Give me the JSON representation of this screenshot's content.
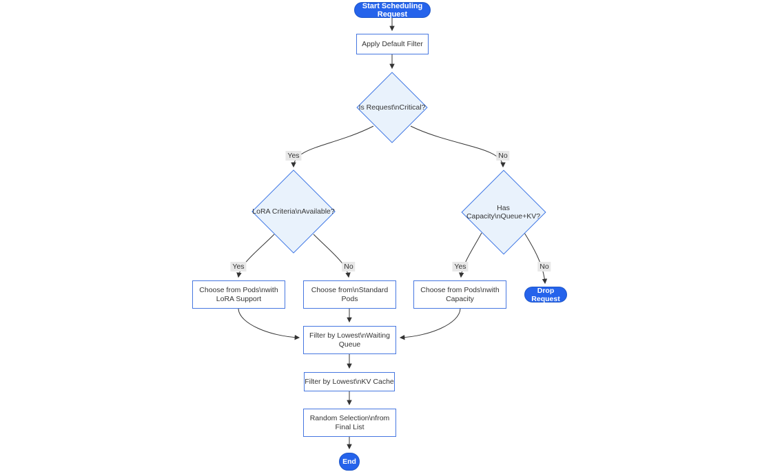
{
  "flowchart": {
    "type": "flowchart",
    "nodes": {
      "start": {
        "label": "Start Scheduling Request"
      },
      "apply_filter": {
        "lines": [
          "Apply Default Filter"
        ]
      },
      "is_critical": {
        "label": "Is Request\\nCritical?"
      },
      "lora_criteria": {
        "label": "LoRA Criteria\\nAvailable?"
      },
      "has_capacity": {
        "label": "Has Capacity\\nQueue+KV?"
      },
      "choose_lora": {
        "lines": [
          "Choose from Pods\\nwith",
          "LoRA Support"
        ]
      },
      "choose_standard": {
        "lines": [
          "Choose from\\nStandard",
          "Pods"
        ]
      },
      "choose_capacity": {
        "lines": [
          "Choose from Pods\\nwith",
          "Capacity"
        ]
      },
      "drop_request": {
        "label": "Drop Request"
      },
      "filter_waiting": {
        "lines": [
          "Filter by Lowest\\nWaiting",
          "Queue"
        ]
      },
      "filter_kv": {
        "lines": [
          "Filter by Lowest\\nKV Cache"
        ]
      },
      "random_selection": {
        "lines": [
          "Random Selection\\nfrom",
          "Final List"
        ]
      },
      "end": {
        "label": "End"
      }
    },
    "edge_labels": {
      "critical_yes": "Yes",
      "critical_no": "No",
      "lora_yes": "Yes",
      "lora_no": "No",
      "capacity_yes": "Yes",
      "capacity_no": "No"
    },
    "colors": {
      "accent_fill": "#2563eb",
      "accent_text": "#ffffff",
      "node_border": "#4576e0",
      "diamond_border": "#3b74e4",
      "diamond_fill": "#e9f2fc",
      "edge": "#333333",
      "edge_label_bg": "#e8e8e8",
      "text": "#333333"
    }
  }
}
